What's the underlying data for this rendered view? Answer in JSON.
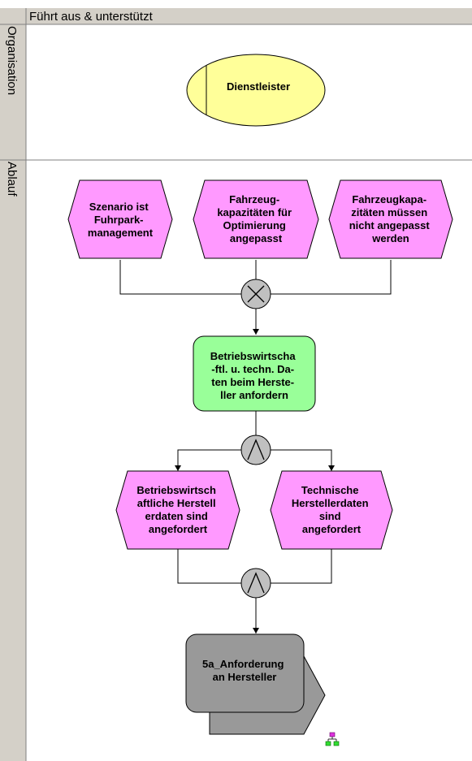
{
  "header": {
    "title": "Führt aus & unterstützt"
  },
  "lanes": [
    {
      "id": "organisation",
      "label": "Organisation"
    },
    {
      "id": "ablauf",
      "label": "Ablauf"
    }
  ],
  "nodes": {
    "dienstleister": {
      "type": "organization",
      "lines": [
        "Dienstleister"
      ],
      "fill": "#ffff99"
    },
    "event1": {
      "type": "event",
      "lines": [
        "Szenario ist",
        "Fuhrpark-",
        "management"
      ],
      "fill": "#ff99ff"
    },
    "event2": {
      "type": "event",
      "lines": [
        "Fahrzeug-",
        "kapazitäten für",
        "Optimierung",
        "angepasst"
      ],
      "fill": "#ff99ff"
    },
    "event3": {
      "type": "event",
      "lines": [
        "Fahrzeugkapa-",
        "zitäten müssen",
        "nicht angepasst",
        "werden"
      ],
      "fill": "#ff99ff"
    },
    "function1": {
      "type": "function",
      "lines": [
        "Betriebswirtscha",
        "-ftl. u. techn. Da-",
        "ten beim Herste-",
        "ller anfordern"
      ],
      "fill": "#99ff99"
    },
    "event4": {
      "type": "event",
      "lines": [
        "Betriebswirtsch",
        "aftliche Herstell",
        "erdaten sind",
        "angefordert"
      ],
      "fill": "#ff99ff"
    },
    "event5": {
      "type": "event",
      "lines": [
        "Technische",
        "Herstellerdaten",
        "sind",
        "angefordert"
      ],
      "fill": "#ff99ff"
    },
    "process1": {
      "type": "process-interface",
      "lines": [
        "5a_Anforderung",
        "an Hersteller"
      ],
      "fill": "#999999"
    }
  },
  "connectors": {
    "xor1": {
      "type": "xor"
    },
    "and1": {
      "type": "and"
    },
    "and2": {
      "type": "and"
    }
  },
  "colors": {
    "lane_header_bg": "#d4d0c8",
    "connector_fill": "#c0c0c0",
    "line": "#000000"
  },
  "icons": {
    "hierarchy": "hierarchy-icon"
  }
}
